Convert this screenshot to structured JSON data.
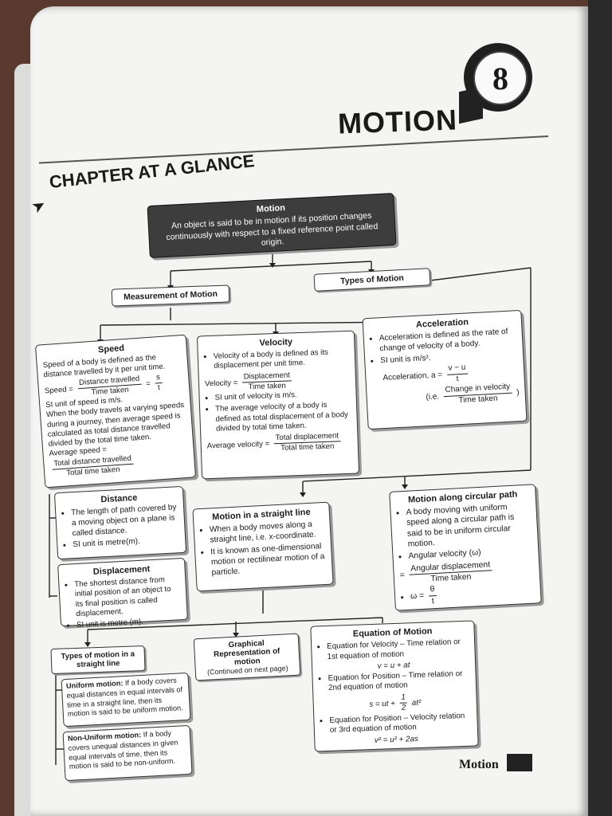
{
  "chapter": {
    "number": "8",
    "title": "MOTION",
    "glance": "CHAPTER AT A GLANCE"
  },
  "motion": {
    "title": "Motion",
    "desc": "An object is said to be in motion if its position changes continuously with respect to a fixed reference point called origin."
  },
  "measurement": "Measurement of Motion",
  "types": "Types of Motion",
  "speed": {
    "title": "Speed",
    "p1": "Speed of a body is defined as the distance travelled by it per unit time.",
    "f1_lhs": "Speed =",
    "f1_num": "Distance travelled",
    "f1_den": "Time taken",
    "f1_eq": "=",
    "f1_num2": "s",
    "f1_den2": "t",
    "p2": "SI unit of speed is m/s.",
    "p3": "When the body travels at varying speeds during a journey, then average speed is calculated as total distance travelled divided by the total time taken.",
    "f2_lhs": "Average speed =",
    "f2_num": "Total distance travelled",
    "f2_den": "Total time taken"
  },
  "velocity": {
    "title": "Velocity",
    "b1": "Velocity of a body is defined as its displacement per unit time.",
    "f1_lhs": "Velocity =",
    "f1_num": "Displacement",
    "f1_den": "Time taken",
    "b2": "SI unit of velocity is m/s.",
    "b3": "The average velocity of a body is defined as total displacement of a body divided by total time taken.",
    "f2_lhs": "Average velocity =",
    "f2_num": "Total displacement",
    "f2_den": "Total time taken"
  },
  "acceleration": {
    "title": "Acceleration",
    "b1": "Acceleration is defined as the rate of change of velocity of a body.",
    "b2": "SI unit is m/s².",
    "f1_lhs": "Acceleration, a =",
    "f1_num": "v − u",
    "f1_den": "t",
    "f2_lhs": "(i.e.",
    "f2_num": "Change in velocity",
    "f2_den": "Time taken",
    "f2_rhs": ")"
  },
  "distance": {
    "title": "Distance",
    "b1": "The length of path covered by a moving object on a plane is called distance.",
    "b2": "SI unit is metre(m)."
  },
  "displacement": {
    "title": "Displacement",
    "b1": "The shortest distance from initial position of an object to its final position is called displacement.",
    "b2": "SI unit is metre (m)."
  },
  "straight": {
    "title": "Motion in a straight line",
    "b1": "When a body moves along a straight line, i.e. x-coordinate.",
    "b2": "It is known as one-dimensional motion or rectilinear motion of a particle."
  },
  "circular": {
    "title": "Motion along circular path",
    "b1": "A body moving with uniform speed along a circular path is said to be in uniform circular motion.",
    "b2": "Angular velocity (ω)",
    "f1_lhs": "=",
    "f1_num": "Angular displacement",
    "f1_den": "Time taken",
    "f2_lhs": "ω =",
    "f2_num": "θ",
    "f2_den": "t"
  },
  "types_straight": "Types of motion in a straight line",
  "graphical": {
    "title": "Graphical Representation of motion",
    "note": "(Continued on next page)"
  },
  "equation": {
    "title": "Equation of Motion",
    "b1": "Equation for Velocity – Time relation or 1st equation of motion",
    "e1": "v = u + at",
    "b2": "Equation for Position – Time relation or 2nd equation of motion",
    "e2_a": "s = ut +",
    "e2_num": "1",
    "e2_den": "2",
    "e2_b": "at²",
    "b3": "Equation for Position – Velocity relation or 3rd equation of motion",
    "e3": "v² = u² + 2as"
  },
  "uniform": {
    "label": "Uniform motion:",
    "text": "If a body covers equal distances in equal intervals of time in a straight line, then its motion is said to be uniform motion."
  },
  "nonuniform": {
    "label": "Non-Uniform motion:",
    "text": "If a body covers unequal distances in given equal intervals of time, then its motion is said to be non-uniform."
  },
  "footer": "Motion"
}
